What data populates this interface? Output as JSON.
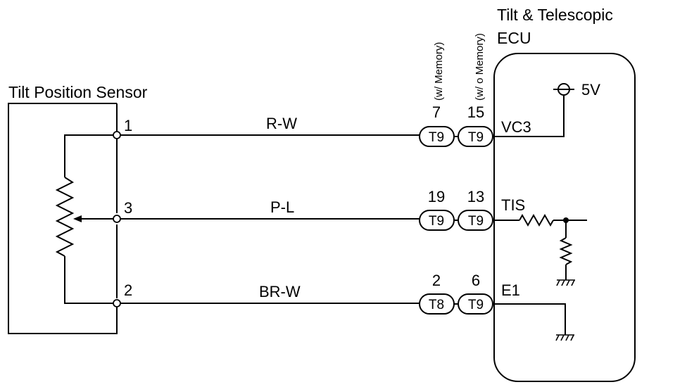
{
  "diagram": {
    "sensor": {
      "title": "Tilt Position Sensor",
      "terminals": [
        {
          "pin": "1"
        },
        {
          "pin": "3"
        },
        {
          "pin": "2"
        }
      ]
    },
    "ecu": {
      "title_line1": "Tilt & Telescopic",
      "title_line2": "ECU",
      "supply_label": "5V",
      "terminals": [
        {
          "name": "VC3"
        },
        {
          "name": "TIS"
        },
        {
          "name": "E1"
        }
      ]
    },
    "variant_labels": {
      "with_memory": "(w/ Memory)",
      "without_memory": "(w/ o Memory)"
    },
    "wires": [
      {
        "color": "R-W",
        "pin_with_memory": "7",
        "connector_with_memory": "T9",
        "pin_without_memory": "15",
        "connector_without_memory": "T9"
      },
      {
        "color": "P-L",
        "pin_with_memory": "19",
        "connector_with_memory": "T9",
        "pin_without_memory": "13",
        "connector_without_memory": "T9"
      },
      {
        "color": "BR-W",
        "pin_with_memory": "2",
        "connector_with_memory": "T8",
        "pin_without_memory": "6",
        "connector_without_memory": "T9"
      }
    ]
  }
}
